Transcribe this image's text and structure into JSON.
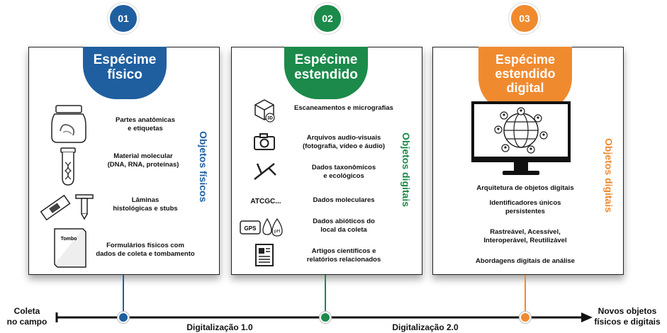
{
  "columns": [
    {
      "number": "01",
      "color": "#1f5fa0",
      "title_line1": "Espécime",
      "title_line2": "físico",
      "title_line3": "",
      "side_label": "Objetos físicos",
      "items": [
        {
          "icon": "jar-icon",
          "text": "Partes anatômicas\ne etiquetas"
        },
        {
          "icon": "test-tube-dna-icon",
          "text": "Material molecular\n(DNA, RNA, proteínas)"
        },
        {
          "icon": "slide-stub-icon",
          "text": "Lâminas\nhistológicas e stubs"
        },
        {
          "icon": "book-icon",
          "text": "Formulários físicos com\ndados de coleta e tombamento",
          "book_label": "Tombo"
        }
      ]
    },
    {
      "number": "02",
      "color": "#1b8a4a",
      "title_line1": "Espécime",
      "title_line2": "estendido",
      "title_line3": "",
      "side_label": "Objetos digitais",
      "items": [
        {
          "icon": "cube-3d-icon",
          "text": "Escaneamentos e micrografias",
          "icon_label": "3D"
        },
        {
          "icon": "camera-icon",
          "text": "Arquivos audio-visuais\n(fotografia, vídeo e áudio)"
        },
        {
          "icon": "tree-branch-icon",
          "text": "Dados taxonômicos\ne ecológicos"
        },
        {
          "icon": "dna-sequence-label",
          "text": "Dados moleculares",
          "icon_label": "ATCGC..."
        },
        {
          "icon": "gps-ph-icon",
          "text": "Dados abióticos do\nlocal da coleta",
          "icon_label": "GPS",
          "icon_label2": "pH"
        },
        {
          "icon": "article-icon",
          "text": "Artigos científicos e\nrelatórios relacionados"
        }
      ]
    },
    {
      "number": "03",
      "color": "#f08a2e",
      "title_line1": "Espécime",
      "title_line2": "estendido",
      "title_line3": "digital",
      "side_label": "Objetos digitais",
      "items": [
        {
          "text": "Arquitetura de objetos digitais"
        },
        {
          "text": "Identificadores únicos\npersistentes"
        },
        {
          "text": "Rastreável, Acessível,\nInteroperável, Reutilizável"
        },
        {
          "text": "Abordagens digitais de análise"
        }
      ]
    }
  ],
  "timeline": {
    "start_label": "Coleta\nno campo",
    "end_label": "Novos objetos\nfísicos e digitais",
    "phase1": "Digitalização 1.0",
    "phase2": "Digitalização 2.0"
  }
}
